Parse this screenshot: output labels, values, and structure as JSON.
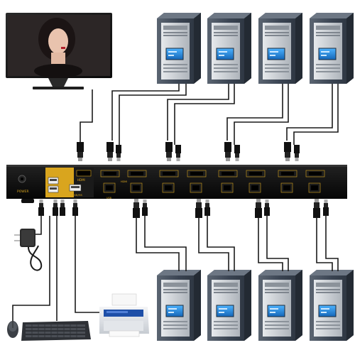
{
  "kvm": {
    "main_ports": {
      "hdmi_out": "HDMI",
      "usb_kb_ms": "USB KB/MS",
      "power": "POWER"
    },
    "port_labels": [
      "HDMI",
      "USB"
    ],
    "port_count": 8
  },
  "devices": [
    "monitor",
    "computer",
    "power-adapter",
    "mouse",
    "keyboard",
    "printer"
  ],
  "colors": {
    "cable": "#1a1a1a",
    "switch_body": "#0e0e0e",
    "switch_accent": "#d9a51e",
    "tower_body": "#3a4452",
    "tower_face": "#c9ced4",
    "tower_screen": "#2a8fe0"
  }
}
